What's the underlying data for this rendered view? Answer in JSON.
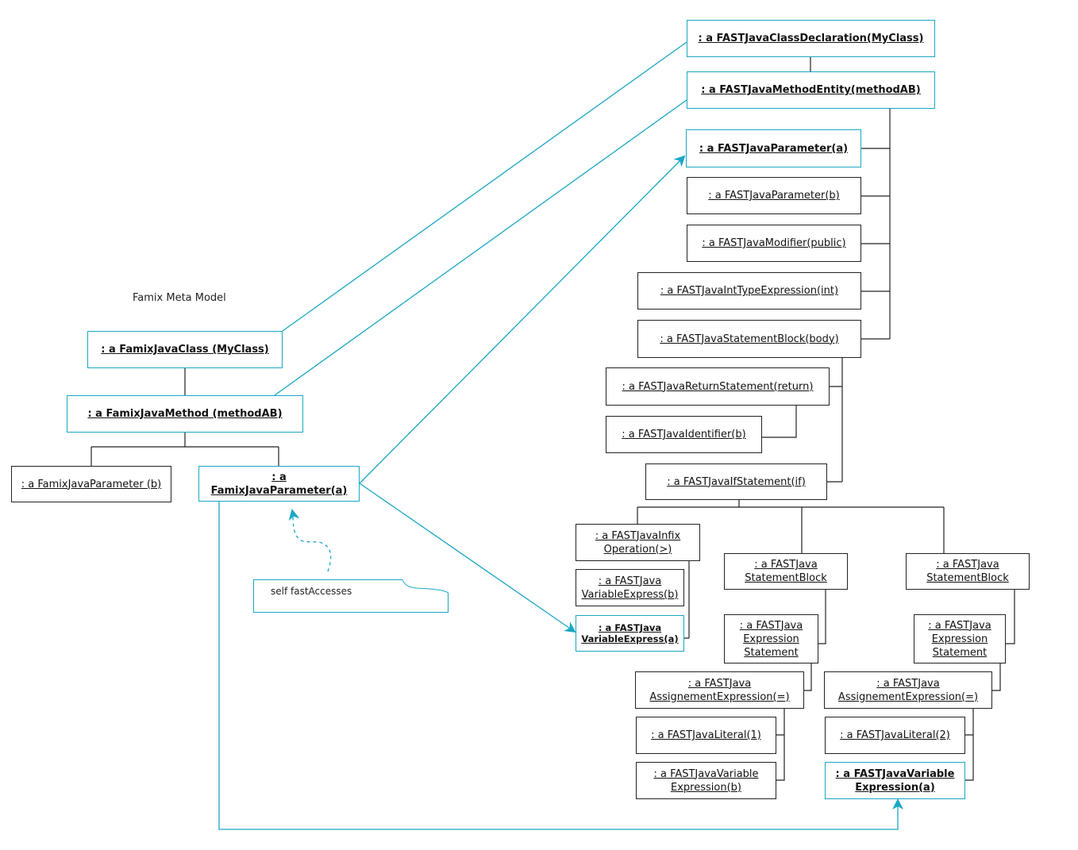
{
  "famix": {
    "title": "Famix Meta Model",
    "class": ": a FamixJavaClass (MyClass)",
    "method": ": a FamixJavaMethod (methodAB)",
    "param_b": ": a FamixJavaParameter (b)",
    "param_a": ": a FamixJavaParameter(a)",
    "note": "self fastAccesses"
  },
  "fast": {
    "class_decl": ": a FASTJavaClassDeclaration(MyClass)",
    "method_entity": ": a FASTJavaMethodEntity(methodAB)",
    "param_a": ": a FASTJavaParameter(a)",
    "param_b": ": a FASTJavaParameter(b)",
    "modifier": ": a FASTJavaModifier(public)",
    "int_type": ": a FASTJavaIntTypeExpression(int)",
    "statement_block": ": a FASTJavaStatementBlock(body)",
    "return_stmt": ": a FASTJavaReturnStatement(return)",
    "identifier_b": ": a FASTJavaIdentifier(b)",
    "if_stmt": ": a FASTJavaIfStatement(if)",
    "infix_op": ": a FASTJavaInfix\nOperation(>)",
    "var_expr_b": ": a FASTJava\nVariableExpress(b)",
    "var_expr_a": ": a FASTJava\nVariableExpress(a)",
    "stmt_block_1": ": a FASTJava\nStatementBlock",
    "stmt_block_2": ": a FASTJava\nStatementBlock",
    "expr_stmt_1": ": a FASTJava\nExpression\nStatement",
    "expr_stmt_2": ": a FASTJava\nExpression\nStatement",
    "assign_1": ": a FASTJava\nAssignementExpression(=)",
    "assign_2": ": a FASTJava\nAssignementExpression(=)",
    "literal_1": ": a FASTJavaLiteral(1)",
    "literal_2": ": a FASTJavaLiteral(2)",
    "var_expr_b2": ": a FASTJavaVariable\nExpression(b)",
    "var_expr_a2": ": a FASTJavaVariable\nExpression(a)"
  },
  "colors": {
    "accent": "#1aa7c4",
    "line": "#222222"
  }
}
